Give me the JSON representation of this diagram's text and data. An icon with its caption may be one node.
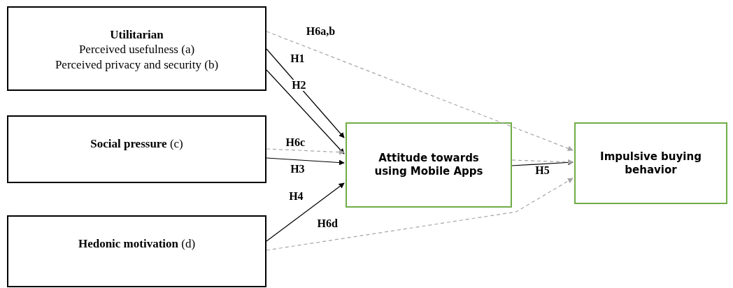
{
  "diagram": {
    "nodes": [
      {
        "text": [
          "Utilitarian",
          "Perceived usefulness (a)",
          "Perceived privacy and security (b)"
        ]
      },
      {
        "text": [
          "**Social pressure** (c)"
        ]
      },
      {
        "text": [
          "**Hedonic motivation** (d)"
        ]
      },
      {
        "text": [
          "Attitude towards using Mobile Apps"
        ]
      },
      {
        "text": [
          "Impulsive buying behavior"
        ]
      }
    ],
    "edges": [
      {
        "from": 0,
        "to": 3,
        "arrow": "to",
        "label": "H1"
      },
      {
        "from": 0,
        "to": 3,
        "arrow": "to",
        "label": "H2"
      },
      {
        "from": 1,
        "to": 3,
        "arrow": "to",
        "label": "H3"
      },
      {
        "from": 2,
        "to": 3,
        "arrow": "to",
        "label": "H4"
      },
      {
        "from": 3,
        "to": 4,
        "arrow": "to",
        "label": "H5"
      },
      {
        "from": 0,
        "to": 4,
        "arrow": "to",
        "label": "H6a,b",
        "style": "dashed",
        "color": "#a6a6a6"
      },
      {
        "from": 1,
        "to": 3,
        "arrow": "to",
        "label": "H6c",
        "style": "dashed",
        "color": "#a6a6a6"
      },
      {
        "from": 3,
        "to": 4,
        "arrow": "to",
        "style": "dashed",
        "color": "#a6a6a6"
      },
      {
        "from": 2,
        "to": 4,
        "arrow": "to",
        "label": "H6d",
        "style": "dashed",
        "color": "#a6a6a6"
      }
    ]
  }
}
